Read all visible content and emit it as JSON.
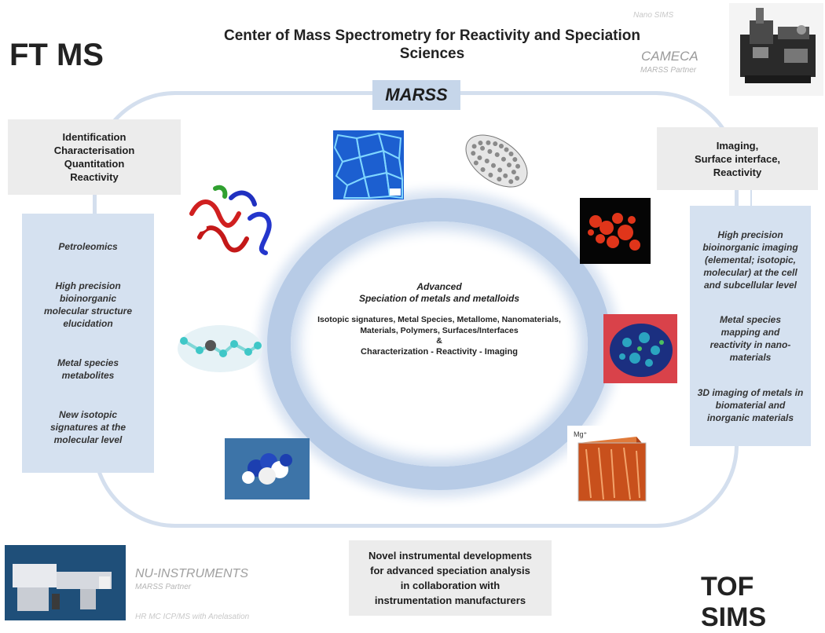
{
  "header": {
    "ft_ms": "FT MS",
    "title": "Center of Mass Spectrometry for Reactivity and Speciation Sciences",
    "tof_sims": "TOF SIMS"
  },
  "partners": {
    "nano_sims": "Nano SIMS",
    "cameca": "CAMECA",
    "cameca_sub": "MARSS Partner",
    "nu": "NU-INSTRUMENTS",
    "nu_sub": "MARSS Partner",
    "nu_extra": "HR MC ICP/MS with Anelasation"
  },
  "marss": "MARSS",
  "left": {
    "header_lines": [
      "Identification",
      "Characterisation",
      "Quantitation",
      "Reactivity"
    ],
    "items": [
      "Petroleomics",
      "High precision bioinorganic molecular structure elucidation",
      "Metal species metabolites",
      "New isotopic signatures at the molecular level"
    ]
  },
  "right": {
    "header_lines": [
      "Imaging,",
      "Surface interface,",
      "Reactivity"
    ],
    "items": [
      "High precision bioinorganic imaging (elemental; isotopic, molecular) at the cell and subcellular level",
      "Metal species mapping and reactivity in nano-materials",
      "3D imaging of metals in biomaterial and inorganic materials"
    ]
  },
  "center": {
    "line1": "Advanced",
    "line2": "Speciation of metals and metalloids",
    "line3": "Isotopic signatures, Metal Species, Metallome, Nanomaterials, Materials, Polymers, Surfaces/Interfaces",
    "amp": "&",
    "line4": "Characterization - Reactivity - Imaging"
  },
  "bottom": {
    "lines": [
      "Novel instrumental developments",
      "for advanced speciation analysis",
      "in collaboration with",
      "instrumentation manufacturers"
    ]
  },
  "image_labels": {
    "cube_label": "Mg⁺"
  },
  "colors": {
    "loop": "#d4dfee",
    "marss_box": "#c6d6ea",
    "panel": "#d5e1f0",
    "grey_box": "#ececec"
  }
}
